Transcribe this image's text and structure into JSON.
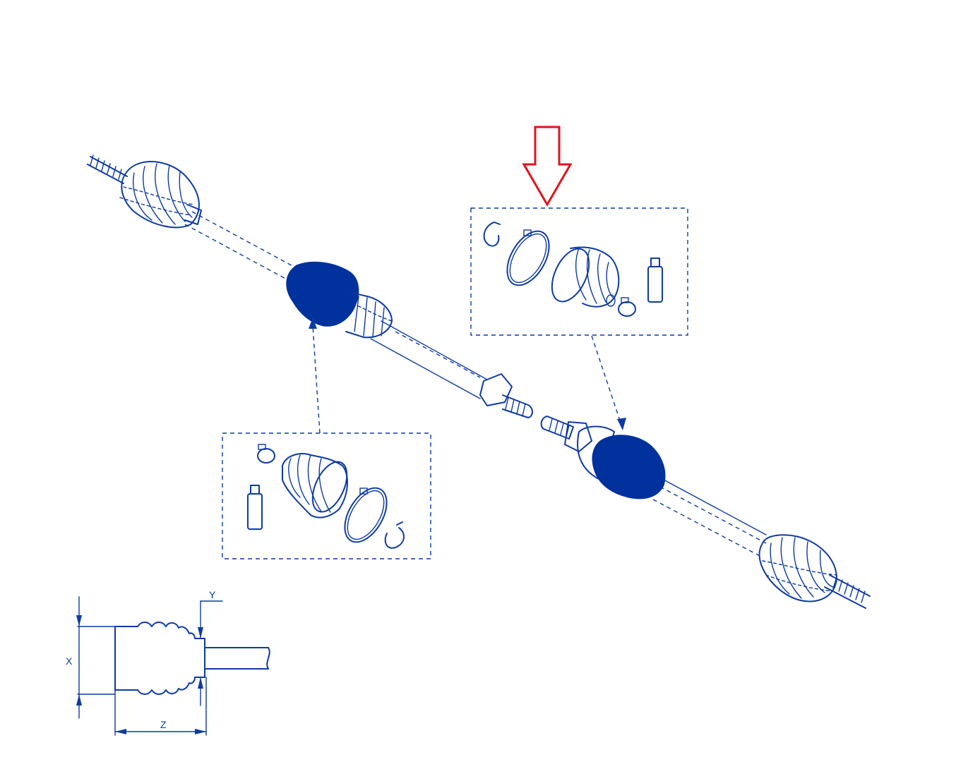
{
  "dimensions": {
    "x_label": "X",
    "y_label": "Y",
    "z_label": "Z"
  },
  "colors": {
    "line": "#0d3aa3",
    "boot_fill": "#00319c",
    "highlight_arrow": "#e0141e",
    "background": "#ffffff"
  },
  "icons": {
    "highlight": "red-down-arrow-icon"
  }
}
